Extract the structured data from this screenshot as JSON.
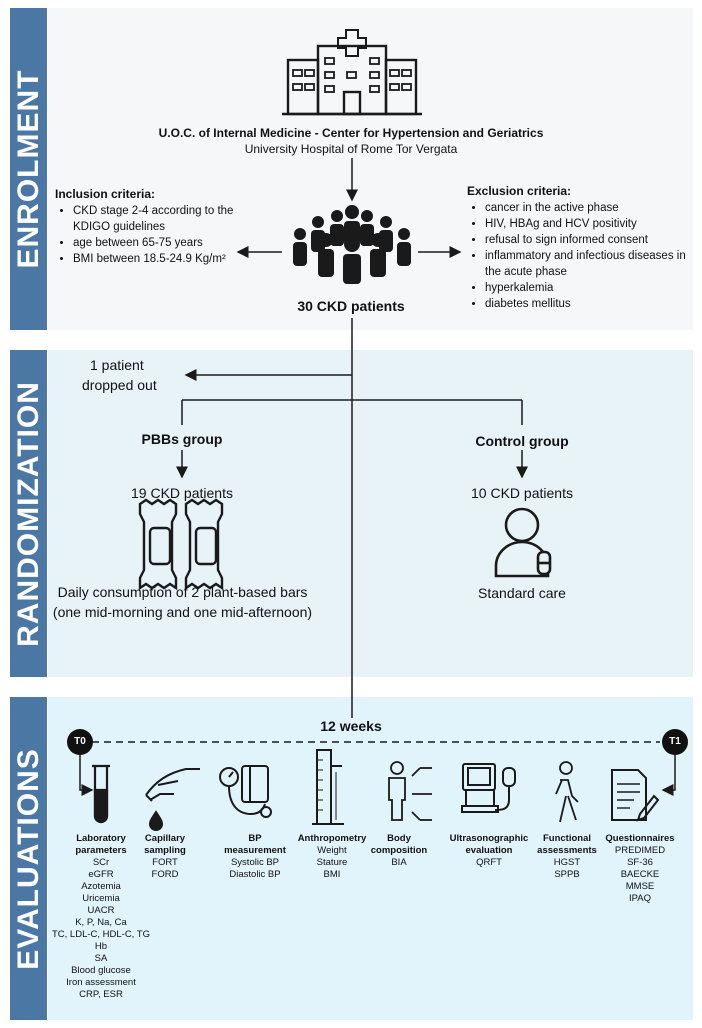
{
  "phases": {
    "enrolment": "ENROLMENT",
    "randomization": "RANDOMIZATION",
    "evaluations": "EVALUATIONS"
  },
  "hospital": {
    "name": "U.O.C. of Internal Medicine - Center for Hypertension and Geriatrics",
    "university": "University Hospital of Rome Tor Vergata"
  },
  "inclusion": {
    "title": "Inclusion criteria:",
    "items": [
      "CKD stage 2-4 according to the KDIGO guidelines",
      "age between 65-75 years",
      "BMI between 18.5-24.9 Kg/m²"
    ]
  },
  "exclusion": {
    "title": "Exclusion criteria:",
    "items": [
      "cancer in the active phase",
      "HIV, HBAg and HCV positivity",
      "refusal to sign informed consent",
      "inflammatory and infectious diseases in the acute phase",
      "hyperkalemia",
      "diabetes mellitus"
    ]
  },
  "patients_total": "30 CKD patients",
  "dropout": {
    "line1": "1 patient",
    "line2": "dropped out"
  },
  "pbb_group": {
    "title": "PBBs group",
    "count": "19 CKD patients",
    "desc1": "Daily consumption of 2 plant-based bars",
    "desc2": "(one mid-morning and one mid-afternoon)"
  },
  "control_group": {
    "title": "Control group",
    "count": "10 CKD patients",
    "desc": "Standard care"
  },
  "timeline": {
    "duration": "12 weeks",
    "start": "T0",
    "end": "T1"
  },
  "evaluations": [
    {
      "title": [
        "Laboratory",
        "parameters"
      ],
      "items": [
        "SCr",
        "eGFR",
        "Azotemia",
        "Uricemia",
        "UACR",
        "K, P, Na, Ca",
        "TC, LDL-C, HDL-C, TG",
        "Hb",
        "SA",
        "Blood glucose",
        "Iron assessment",
        "CRP, ESR"
      ],
      "icon": "test-tube-icon"
    },
    {
      "title": [
        "Capillary",
        "sampling"
      ],
      "items": [
        "FORT",
        "FORD"
      ],
      "icon": "finger-drop-icon"
    },
    {
      "title": [
        "BP",
        "measurement"
      ],
      "items": [
        "Systolic BP",
        "Diastolic BP"
      ],
      "icon": "blood-pressure-icon"
    },
    {
      "title": [
        "Anthropometry"
      ],
      "items": [
        "Weight",
        "Stature",
        "BMI"
      ],
      "icon": "stadiometer-icon"
    },
    {
      "title": [
        "Body",
        "composition"
      ],
      "items": [
        "BIA"
      ],
      "icon": "body-composition-icon"
    },
    {
      "title": [
        "Ultrasonographic",
        "evaluation"
      ],
      "items": [
        "QRFT"
      ],
      "icon": "ultrasound-icon"
    },
    {
      "title": [
        "Functional",
        "assessments"
      ],
      "items": [
        "HGST",
        "SPPB"
      ],
      "icon": "walking-icon"
    },
    {
      "title": [
        "Questionnaires"
      ],
      "items": [
        "PREDIMED",
        "SF-36",
        "BAECKE",
        "MMSE",
        "IPAQ"
      ],
      "icon": "questionnaire-icon"
    }
  ],
  "colors": {
    "sidebar": "#4a77a4",
    "enrolment_bg": "#f5f7f8",
    "randomization_bg": "#e8f3f8",
    "evaluations_bg": "#e1f3fb",
    "lines": "#1a1a1a"
  }
}
